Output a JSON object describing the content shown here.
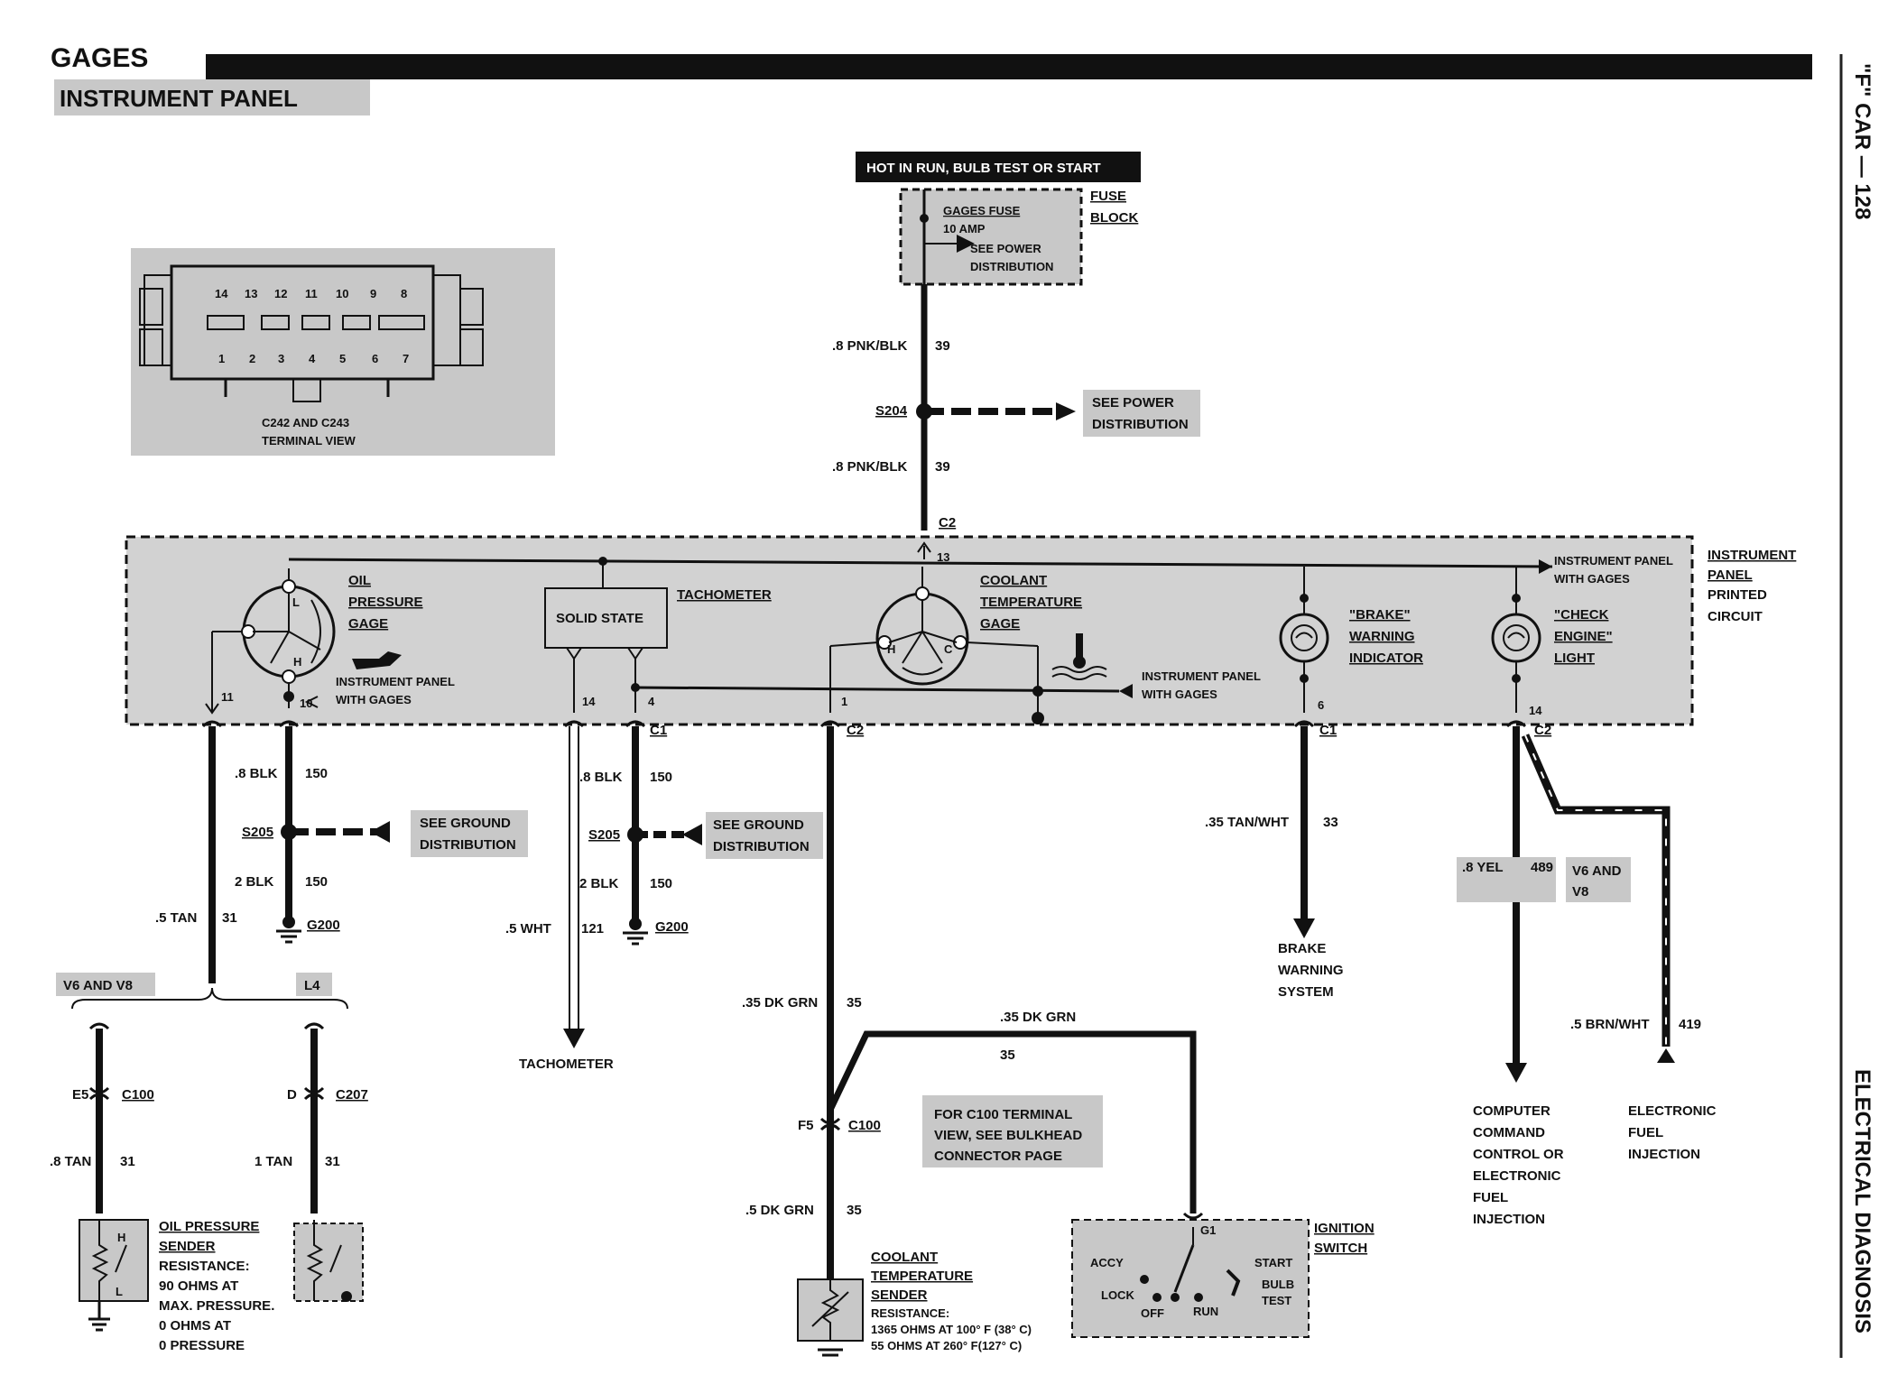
{
  "header": {
    "title": "GAGES",
    "subtitle": "INSTRUMENT PANEL"
  },
  "side": {
    "top": "\"F\" CAR — 128",
    "bottom": "ELECTRICAL DIAGNOSIS"
  },
  "connector_view": {
    "caption_line1": "C242 AND C243",
    "caption_line2": "TERMINAL VIEW",
    "top_pins": [
      "14",
      "13",
      "12",
      "11",
      "10",
      "9",
      "8"
    ],
    "bottom_pins": [
      "1",
      "2",
      "3",
      "4",
      "5",
      "6",
      "7"
    ]
  },
  "power": {
    "hot_label": "HOT IN RUN, BULB TEST OR START",
    "fuse_name": "GAGES FUSE",
    "fuse_rating": "10 AMP",
    "see_power_1": "SEE POWER",
    "see_power_2": "DISTRIBUTION",
    "fuse_block_1": "FUSE",
    "fuse_block_2": "BLOCK",
    "wire_top": ".8 PNK/BLK",
    "circuit_top": "39",
    "splice": "S204",
    "see_power_box_1": "SEE POWER",
    "see_power_box_2": "DISTRIBUTION",
    "wire_bottom": ".8 PNK/BLK",
    "circuit_bottom": "39",
    "connector": "C2",
    "pin": "13"
  },
  "panel": {
    "title_1": "INSTRUMENT",
    "title_2": "PANEL",
    "title_3": "PRINTED",
    "title_4": "CIRCUIT",
    "ipg_top_1": "INSTRUMENT PANEL",
    "ipg_top_2": "WITH GAGES",
    "ipg_mid_1": "INSTRUMENT PANEL",
    "ipg_mid_2": "WITH GAGES",
    "ipg_left_1": "INSTRUMENT PANEL",
    "ipg_left_2": "WITH GAGES",
    "oil_1": "OIL",
    "oil_2": "PRESSURE",
    "oil_3": "GAGE",
    "solid_state": "SOLID STATE",
    "tachometer": "TACHOMETER",
    "coolant_1": "COOLANT",
    "coolant_2": "TEMPERATURE",
    "coolant_3": "GAGE",
    "brake_1": "\"BRAKE\"",
    "brake_2": "WARNING",
    "brake_3": "INDICATOR",
    "check_1": "\"CHECK",
    "check_2": "ENGINE\"",
    "check_3": "LIGHT",
    "gauge_l": "L",
    "gauge_h": "H",
    "gauge_c": "C",
    "pins": [
      "11",
      "10",
      "14",
      "4",
      "1",
      "6",
      "14"
    ]
  },
  "wires": {
    "c1_a": "C1",
    "c2_a": "C2",
    "c1_b": "C1",
    "c2_b": "C2",
    "oil_gnd_wire": ".8 BLK",
    "oil_gnd_circ": "150",
    "s205a": "S205",
    "see_gnd_a_1": "SEE GROUND",
    "see_gnd_a_2": "DISTRIBUTION",
    "oil_gnd2_wire": "2 BLK",
    "oil_gnd2_circ": "150",
    "g200a": "G200",
    "oil_tan_wire": ".5 TAN",
    "oil_tan_circ": "31",
    "tach_wht_wire": ".5 WHT",
    "tach_wht_circ": "121",
    "tach_dest": "TACHOMETER",
    "tach_gnd_wire": ".8 BLK",
    "tach_gnd_circ": "150",
    "s205b": "S205",
    "see_gnd_b_1": "SEE GROUND",
    "see_gnd_b_2": "DISTRIBUTION",
    "tach_gnd2_wire": "2 BLK",
    "tach_gnd2_circ": "150",
    "g200b": "G200",
    "brake_wire": ".35 TAN/WHT",
    "brake_circ": "33",
    "brake_dest_1": "BRAKE",
    "brake_dest_2": "WARNING",
    "brake_dest_3": "SYSTEM",
    "yel_wire": ".8 YEL",
    "yel_circ": "489",
    "v6v8_1": "V6 AND",
    "v6v8_2": "V8",
    "brn_wire": ".5 BRN/WHT",
    "brn_circ": "419",
    "ccc_1": "COMPUTER",
    "ccc_2": "COMMAND",
    "ccc_3": "CONTROL OR",
    "ccc_4": "ELECTRONIC",
    "ccc_5": "FUEL",
    "ccc_6": "INJECTION",
    "efi_1": "ELECTRONIC",
    "efi_2": "FUEL",
    "efi_3": "INJECTION",
    "cool_wire": ".35 DK GRN",
    "cool_circ": "35",
    "cool_top_wire": ".35 DK GRN",
    "cool_top_circ": "35",
    "f5": "F5",
    "c100": "C100",
    "cool_low_wire": ".5 DK GRN",
    "cool_low_circ": "35",
    "note_1": "FOR C100 TERMINAL",
    "note_2": "VIEW, SEE BULKHEAD",
    "note_3": "CONNECTOR PAGE"
  },
  "engine_options": {
    "v6v8": "V6 AND V8",
    "l4": "L4",
    "e5": "E5",
    "c100": "C100",
    "d": "D",
    "c207": "C207",
    "wire_v6": ".8 TAN",
    "circ_v6": "31",
    "wire_l4": "1 TAN",
    "circ_l4": "31"
  },
  "oil_sender": {
    "title_1": "OIL PRESSURE",
    "title_2": "SENDER",
    "r_1": "RESISTANCE:",
    "r_2": "90 OHMS AT",
    "r_3": "MAX. PRESSURE.",
    "r_4": "0 OHMS AT",
    "r_5": "0 PRESSURE",
    "h": "H",
    "l": "L"
  },
  "coolant_sender": {
    "title_1": "COOLANT",
    "title_2": "TEMPERATURE",
    "title_3": "SENDER",
    "r_1": "RESISTANCE:",
    "r_2": "1365 OHMS AT 100° F (38° C)",
    "r_3": "55 OHMS AT 260° F(127° C)"
  },
  "ignition": {
    "title_1": "IGNITION",
    "title_2": "SWITCH",
    "g1": "G1",
    "accy": "ACCY",
    "lock": "LOCK",
    "off": "OFF",
    "run": "RUN",
    "start": "START",
    "bulb": "BULB",
    "test": "TEST"
  }
}
